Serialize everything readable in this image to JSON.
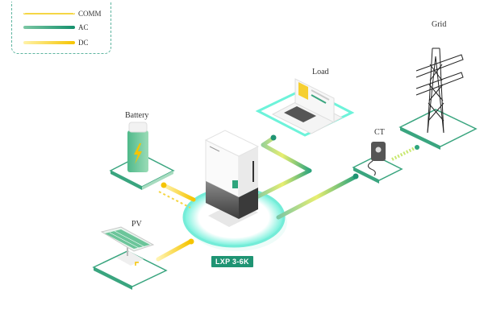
{
  "legend": {
    "items": [
      {
        "label": "COMM",
        "style": "dashed",
        "color_start": "#fff3b0",
        "color_end": "#f5d645"
      },
      {
        "label": "AC",
        "style": "solid",
        "color_start": "#7cc7a4",
        "color_end": "#14906c"
      },
      {
        "label": "DC",
        "style": "solid",
        "color_start": "#fff2a8",
        "color_end": "#f5c400"
      }
    ]
  },
  "nodes": {
    "battery": {
      "label": "Battery",
      "icon": "battery-icon"
    },
    "load": {
      "label": "Load",
      "icon": "laptop-icon"
    },
    "grid": {
      "label": "Grid",
      "icon": "power-tower-icon"
    },
    "ct": {
      "label": "CT",
      "icon": "current-transformer-icon"
    },
    "pv": {
      "label": "PV",
      "icon": "solar-panel-icon"
    },
    "inverter": {
      "label": "LXP 3-6K",
      "icon": "inverter-icon"
    }
  },
  "colors": {
    "accent": "#1f9473",
    "glow": "#5ef2d6",
    "dc": "#f5c400",
    "ac": "#2e9e78"
  }
}
